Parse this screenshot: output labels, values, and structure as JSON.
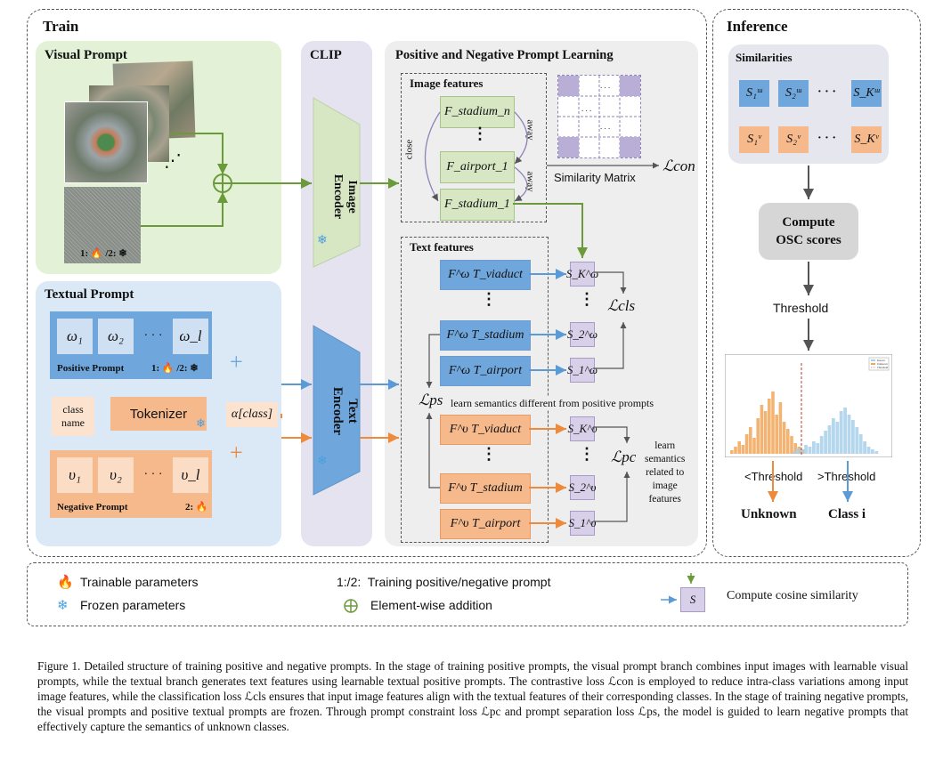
{
  "train": {
    "title": "Train"
  },
  "inference": {
    "title": "Inference",
    "similarities_title": "Similarities",
    "row_pos": [
      "S₁ᵚ",
      "S₂ᵚ",
      "· · ·",
      "S_Kᵚ"
    ],
    "row_neg": [
      "S₁ᵛ",
      "S₂ᵛ",
      "· · ·",
      "S_Kᵛ"
    ],
    "compute_label": "Compute\nOSC scores",
    "threshold": "Threshold",
    "lt_threshold": "<Threshold",
    "gt_threshold": ">Threshold",
    "unknown": "Unknown",
    "class_i": "Class i",
    "hist_legend": [
      "Known",
      "Unknown",
      "Threshold"
    ]
  },
  "visual_prompt": {
    "title": "Visual Prompt",
    "badge": "1: 🔥 /2: ❄"
  },
  "clip": {
    "title": "CLIP",
    "image_encoder": "Image\nEncoder",
    "text_encoder": "Text\nEncoder"
  },
  "pnpl": {
    "title": "Positive and Negative Prompt Learning"
  },
  "image_features": {
    "title": "Image features",
    "items": [
      "F_stadium_n",
      "F_airport_1",
      "F_stadium_1"
    ],
    "dots": "⋮",
    "close": "close",
    "away1": "away",
    "away2": "away",
    "similarity_matrix": "Similarity Matrix",
    "l_con": "ℒcon"
  },
  "text_features": {
    "title": "Text features",
    "pos": [
      "F^ω T_viaduct",
      "F^ω T_stadium",
      "F^ω T_airport"
    ],
    "neg": [
      "F^υ T_viaduct",
      "F^υ T_stadium",
      "F^υ T_airport"
    ],
    "s_pos": [
      "S_K^ω",
      "S_2^ω",
      "S_1^ω"
    ],
    "s_neg": [
      "S_K^υ",
      "S_2^υ",
      "S_1^υ"
    ],
    "l_cls": "ℒcls",
    "l_ps": "ℒps",
    "l_ps_note": "learn semantics different from positive prompts",
    "l_pc": "ℒpc",
    "l_pc_note": "learn\nsemantics\nrelated to\nimage\nfeatures"
  },
  "textual_prompt": {
    "title": "Textual Prompt",
    "pos_tokens": [
      "ω₁",
      "ω₂",
      "· · ·",
      "ω_l"
    ],
    "pos_label": "Positive Prompt",
    "pos_badge": "1: 🔥 /2: ❄",
    "neg_tokens": [
      "υ₁",
      "υ₂",
      "· · ·",
      "υ_l"
    ],
    "neg_label": "Negative Prompt",
    "neg_badge": "2: 🔥",
    "class_name": "class\nname",
    "tokenizer": "Tokenizer",
    "alpha": "α[class]"
  },
  "legend": {
    "trainable": "Trainable parameters",
    "frozen": "Frozen parameters",
    "training": "1:/2:  Training positive/negative prompt",
    "elementwise": "Element-wise addition",
    "cosine": "Compute cosine similarity",
    "s": "S"
  },
  "caption": "Figure 1.  Detailed structure of training positive and negative prompts. In the stage of training positive prompts, the visual prompt branch combines input images with learnable visual prompts, while the textual branch generates text features using learnable textual positive prompts. The contrastive loss ℒcon is employed to reduce intra-class variations among input image features, while the classification loss ℒcls ensures that input image features align with the textual features of their corresponding classes. In the stage of training negative prompts, the visual prompts and positive textual prompts are frozen. Through prompt constraint loss ℒpc and prompt separation loss ℒps, the model is guided to learn negative prompts that effectively capture the semantics of unknown classes.",
  "colors": {
    "green": "#e3f2d6",
    "blue": "#dbe9f6",
    "purple": "#e6e3f1",
    "gray": "#eeeeee",
    "lightblue": "#6fa7dc",
    "orange": "#f6b98c"
  }
}
